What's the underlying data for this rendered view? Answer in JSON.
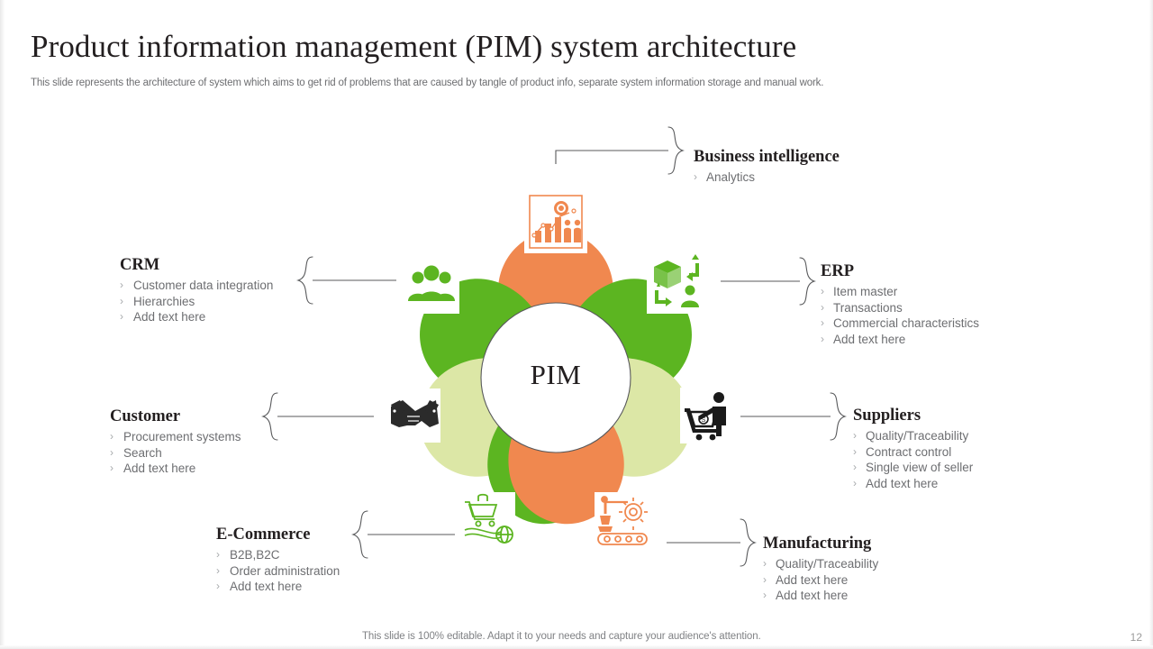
{
  "header": {
    "title": "Product information management (PIM) system architecture",
    "subtitle": "This slide represents the architecture of system which aims to get rid of problems that are caused by tangle of product info, separate system information storage and manual work."
  },
  "footer": {
    "note": "This slide is 100% editable. Adapt it to your needs and capture your audience's attention.",
    "page_number": "12"
  },
  "hub": {
    "label": "PIM"
  },
  "colors": {
    "orange": "#F0884F",
    "green": "#5CB521",
    "light_green": "#DCE7A6",
    "connector": "#58595B",
    "heading": "#231F20",
    "body_text": "#6D6E71"
  },
  "bullet_glyph": "›",
  "nodes": [
    {
      "id": "business-intelligence",
      "title": "Business intelligence",
      "color": "orange",
      "icon": "analytics-chart-icon",
      "items": [
        "Analytics"
      ]
    },
    {
      "id": "crm",
      "title": "CRM",
      "color": "green",
      "icon": "people-group-icon",
      "items": [
        "Customer data integration",
        "Hierarchies",
        "Add text here"
      ]
    },
    {
      "id": "erp",
      "title": "ERP",
      "color": "green",
      "icon": "box-exchange-icon",
      "items": [
        "Item master",
        "Transactions",
        "Commercial characteristics",
        "Add text here"
      ]
    },
    {
      "id": "customer",
      "title": "Customer",
      "color": "light_green",
      "icon": "handshake-icon",
      "items": [
        "Procurement systems",
        "Search",
        "Add text here"
      ]
    },
    {
      "id": "suppliers",
      "title": "Suppliers",
      "color": "light_green",
      "icon": "shopping-cart-person-icon",
      "items": [
        "Quality/Traceability",
        "Contract control",
        "Single view of seller",
        "Add text here"
      ]
    },
    {
      "id": "e-commerce",
      "title": "E-Commerce",
      "color": "green",
      "icon": "online-shopping-globe-icon",
      "items": [
        "B2B,B2C",
        "Order administration",
        "Add text here"
      ]
    },
    {
      "id": "manufacturing",
      "title": "Manufacturing",
      "color": "orange",
      "icon": "robot-arm-conveyor-icon",
      "items": [
        "Quality/Traceability",
        "Add text here",
        "Add text here"
      ]
    }
  ]
}
